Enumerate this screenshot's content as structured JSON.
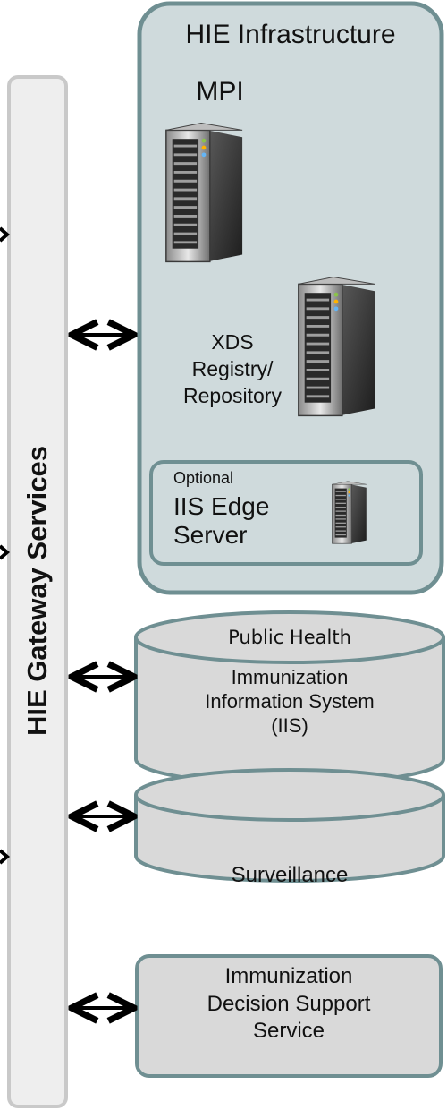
{
  "gateway": {
    "label": "HIE Gateway Services"
  },
  "infrastructure": {
    "title": "HIE Infrastructure",
    "mpi_label": "MPI",
    "xds_label": "XDS\nRegistry/\nRepository",
    "edge": {
      "optional_label": "Optional",
      "name": "IIS Edge\nServer"
    }
  },
  "public_health": {
    "header": "Public Health",
    "iis_label": "Immunization\nInformation System\n(IIS)",
    "surveillance_label": "Surveillance"
  },
  "decision_support": {
    "label": "Immunization\nDecision Support\nService"
  },
  "colors": {
    "container_fill": "#cfdadc",
    "container_border": "#6f8f92",
    "gateway_fill": "#eeeeee",
    "gateway_border": "#c9c9c9",
    "cylinder_fill": "#d9d9d9",
    "cylinder_border": "#6f8f92",
    "arrow": "#000000"
  }
}
